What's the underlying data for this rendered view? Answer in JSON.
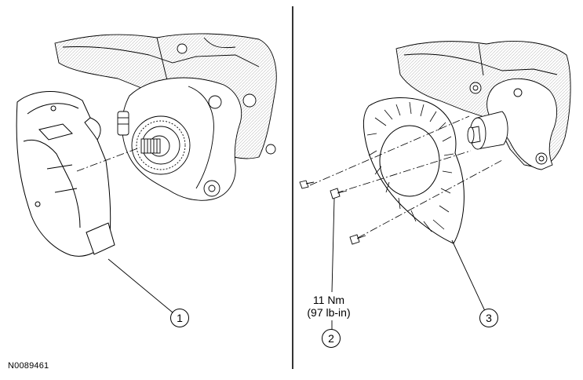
{
  "figure_id": "N0089461",
  "torque_spec": {
    "value": "11 Nm",
    "alt_value": "(97 lb-in)"
  },
  "callouts": [
    {
      "number": "1"
    },
    {
      "number": "2"
    },
    {
      "number": "3"
    }
  ]
}
